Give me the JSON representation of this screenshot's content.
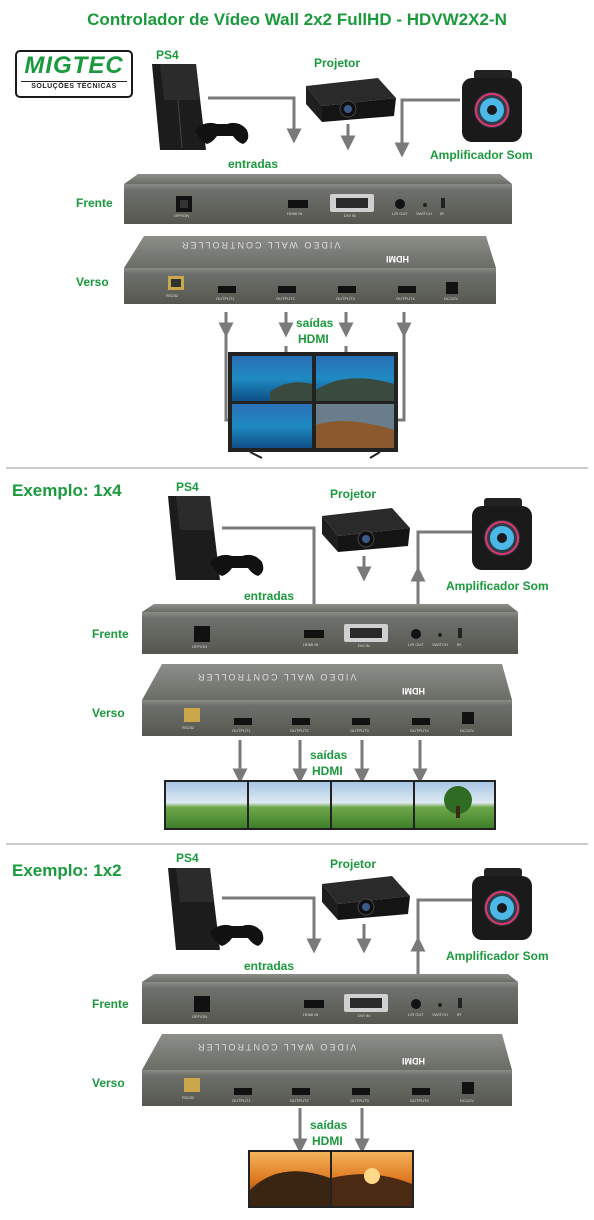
{
  "header": {
    "title": "Controlador de Vídeo Wall 2x2 FullHD - HDVW2X2-N"
  },
  "logo": {
    "brand": "MIGTEC",
    "tagline": "SOLUÇÕES TÉCNICAS"
  },
  "sections": [
    {
      "heading": "",
      "labels": {
        "ps4": "PS4",
        "projetor": "Projetor",
        "amplificador": "Amplificador Som",
        "entradas": "entradas",
        "frente": "Frente",
        "verso": "Verso",
        "saidas": "saídas",
        "hdmi": "HDMI"
      }
    },
    {
      "heading": "Exemplo: 1x4",
      "labels": {
        "ps4": "PS4",
        "projetor": "Projetor",
        "amplificador": "Amplificador Som",
        "entradas": "entradas",
        "frente": "Frente",
        "verso": "Verso",
        "saidas": "saídas",
        "hdmi": "HDMI"
      }
    },
    {
      "heading": "Exemplo: 1x2",
      "labels": {
        "ps4": "PS4",
        "projetor": "Projetor",
        "amplificador": "Amplificador Som",
        "entradas": "entradas",
        "frente": "Frente",
        "verso": "Verso",
        "saidas": "saídas",
        "hdmi": "HDMI"
      }
    }
  ],
  "device": {
    "front_ports": {
      "power": "OFF/ON",
      "hdmi_in": "HDMI IN",
      "dvi_in": "DVI IN",
      "lr_out": "L/R OUT",
      "switch": "SWITCH",
      "ir": "IR"
    },
    "back_ports": {
      "rs232": "RS232",
      "out1": "OUTPUT1",
      "out2": "OUTPUT2",
      "out3": "OUTPUT3",
      "out4": "OUTPUT4",
      "dc": "DC/12V"
    },
    "top_label": "VIDEO WALL CONTROLLER",
    "hdmi_logo": "HDMI"
  },
  "colors": {
    "accent_green": "#1a9a3c",
    "device_gray": "#6e706c",
    "arrow_gray": "#7a7a7a",
    "divider": "#cccccc"
  }
}
